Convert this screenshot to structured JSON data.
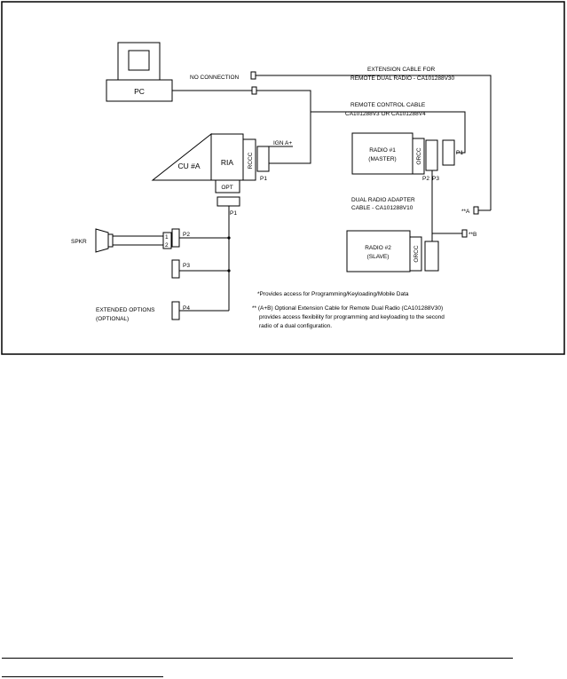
{
  "labels": {
    "pc": "PC",
    "no_connection": "NO CONNECTION",
    "ext_cable_line1": "EXTENSION CABLE FOR",
    "ext_cable_line2": "REMOTE DUAL RADIO - CA101288V30",
    "remote_cable_line1": "REMOTE CONTROL CABLE",
    "remote_cable_line2": "CA101288V3 OR CA101288V4",
    "cu": "CU #A",
    "ria": "RIA",
    "rccc": "RCCC",
    "ign": "IGN A+",
    "p1_left": "P1",
    "opt": "OPT",
    "p1_under_opt": "P1",
    "radio1_line1": "RADIO #1",
    "radio1_line2": "(MASTER)",
    "orcc1": "ORCC",
    "p2_radio": "P2",
    "p3_radio": "P3",
    "p1_radio": "P1",
    "dual_adapter_line1": "DUAL RADIO ADAPTER",
    "dual_adapter_line2": "CABLE - CA101288V10",
    "marker_a": "**A",
    "marker_b": "**B",
    "radio2_line1": "RADIO #2",
    "radio2_line2": "(SLAVE)",
    "orcc2": "ORCC",
    "spkr": "SPKR",
    "pin1": "1",
    "pin2": "2",
    "p2": "P2",
    "p3": "P3",
    "p4": "P4",
    "ext_options_line1": "EXTENDED OPTIONS",
    "ext_options_line2": "(OPTIONAL)",
    "note1": "*Provides access for Programming/Keyloading/Mobile Data",
    "note2_line1": "** (A+B) Optional Extension Cable for Remote Dual Radio (CA101288V30)",
    "note2_line2": "provides access flexibility for programming and keyloading to the second",
    "note2_line3": "radio of a dual configuration."
  }
}
